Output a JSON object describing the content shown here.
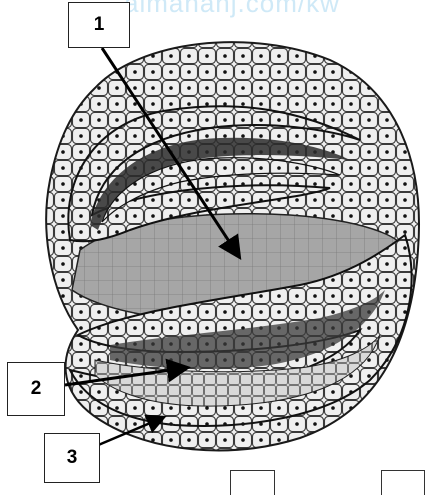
{
  "watermark": "almanahj.com/kw",
  "labels": {
    "one": "1",
    "two": "2",
    "three": "3"
  },
  "colors": {
    "cell_fill": "#f2f2f2",
    "cell_border": "#2a2a2a",
    "archenteron": "#9a9a9a",
    "dark": "#1a1a1a"
  }
}
